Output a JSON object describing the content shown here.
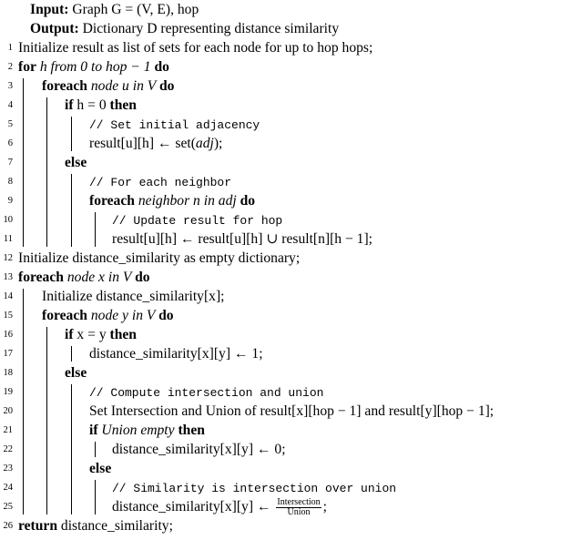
{
  "header": {
    "input_label": "Input:",
    "input_text": "Graph G = (V, E), hop",
    "output_label": "Output:",
    "output_text": "Dictionary D representing distance similarity"
  },
  "lines": [
    {
      "num": "1",
      "parts": [
        {
          "t": "Initialize result as list of sets for each node for up to hop hops;"
        }
      ]
    },
    {
      "num": "2",
      "parts": [
        {
          "t": "for",
          "s": "b"
        },
        {
          "t": " h from 0 to hop − 1 ",
          "s": "i"
        },
        {
          "t": "do",
          "s": "b"
        }
      ]
    },
    {
      "num": "3",
      "parts": [
        {
          "t": "foreach",
          "s": "b"
        },
        {
          "t": " node u in V ",
          "s": "i"
        },
        {
          "t": "do",
          "s": "b"
        }
      ]
    },
    {
      "num": "4",
      "parts": [
        {
          "t": "if",
          "s": "b"
        },
        {
          "t": " h = 0 "
        },
        {
          "t": "then",
          "s": "b"
        }
      ]
    },
    {
      "num": "5",
      "parts": [
        {
          "t": "// Set initial adjacency",
          "s": "mono"
        }
      ]
    },
    {
      "num": "6",
      "parts": [
        {
          "t": "result[u][h] ← set("
        },
        {
          "t": "adj",
          "s": "i"
        },
        {
          "t": ");"
        }
      ]
    },
    {
      "num": "7",
      "parts": [
        {
          "t": "else",
          "s": "b"
        }
      ]
    },
    {
      "num": "8",
      "parts": [
        {
          "t": "// For each neighbor",
          "s": "mono"
        }
      ]
    },
    {
      "num": "9",
      "parts": [
        {
          "t": "foreach",
          "s": "b"
        },
        {
          "t": " neighbor n in adj ",
          "s": "i"
        },
        {
          "t": "do",
          "s": "b"
        }
      ]
    },
    {
      "num": "10",
      "parts": [
        {
          "t": "// Update result for hop",
          "s": "mono"
        }
      ]
    },
    {
      "num": "11",
      "parts": [
        {
          "t": "result[u][h] ← result[u][h] ∪ result[n][h − 1];"
        }
      ]
    },
    {
      "num": "12",
      "parts": [
        {
          "t": "Initialize distance_similarity as empty dictionary;"
        }
      ]
    },
    {
      "num": "13",
      "parts": [
        {
          "t": "foreach",
          "s": "b"
        },
        {
          "t": " node x in V ",
          "s": "i"
        },
        {
          "t": "do",
          "s": "b"
        }
      ]
    },
    {
      "num": "14",
      "parts": [
        {
          "t": "Initialize distance_similarity[x];"
        }
      ]
    },
    {
      "num": "15",
      "parts": [
        {
          "t": "foreach",
          "s": "b"
        },
        {
          "t": " node y in V ",
          "s": "i"
        },
        {
          "t": "do",
          "s": "b"
        }
      ]
    },
    {
      "num": "16",
      "parts": [
        {
          "t": "if",
          "s": "b"
        },
        {
          "t": " x = y "
        },
        {
          "t": "then",
          "s": "b"
        }
      ]
    },
    {
      "num": "17",
      "parts": [
        {
          "t": "distance_similarity[x][y] ← 1;"
        }
      ]
    },
    {
      "num": "18",
      "parts": [
        {
          "t": "else",
          "s": "b"
        }
      ]
    },
    {
      "num": "19",
      "parts": [
        {
          "t": "// Compute intersection and union",
          "s": "mono"
        }
      ]
    },
    {
      "num": "20",
      "parts": [
        {
          "t": "Set Intersection and Union of result[x][hop − 1] and result[y][hop − 1];"
        }
      ]
    },
    {
      "num": "21",
      "parts": [
        {
          "t": "if",
          "s": "b"
        },
        {
          "t": " Union empty ",
          "s": "i"
        },
        {
          "t": "then",
          "s": "b"
        }
      ]
    },
    {
      "num": "22",
      "parts": [
        {
          "t": "distance_similarity[x][y] ← 0;"
        }
      ]
    },
    {
      "num": "23",
      "parts": [
        {
          "t": "else",
          "s": "b"
        }
      ]
    },
    {
      "num": "24",
      "parts": [
        {
          "t": "// Similarity is intersection over union",
          "s": "mono"
        }
      ]
    },
    {
      "num": "25",
      "parts": [
        {
          "t": "distance_similarity[x][y] ← "
        },
        {
          "frac": [
            "Intersection",
            "Union"
          ]
        },
        {
          "t": ";"
        }
      ]
    },
    {
      "num": "26",
      "parts": [
        {
          "t": "return",
          "s": "b"
        },
        {
          "t": " distance_similarity;"
        }
      ]
    }
  ]
}
